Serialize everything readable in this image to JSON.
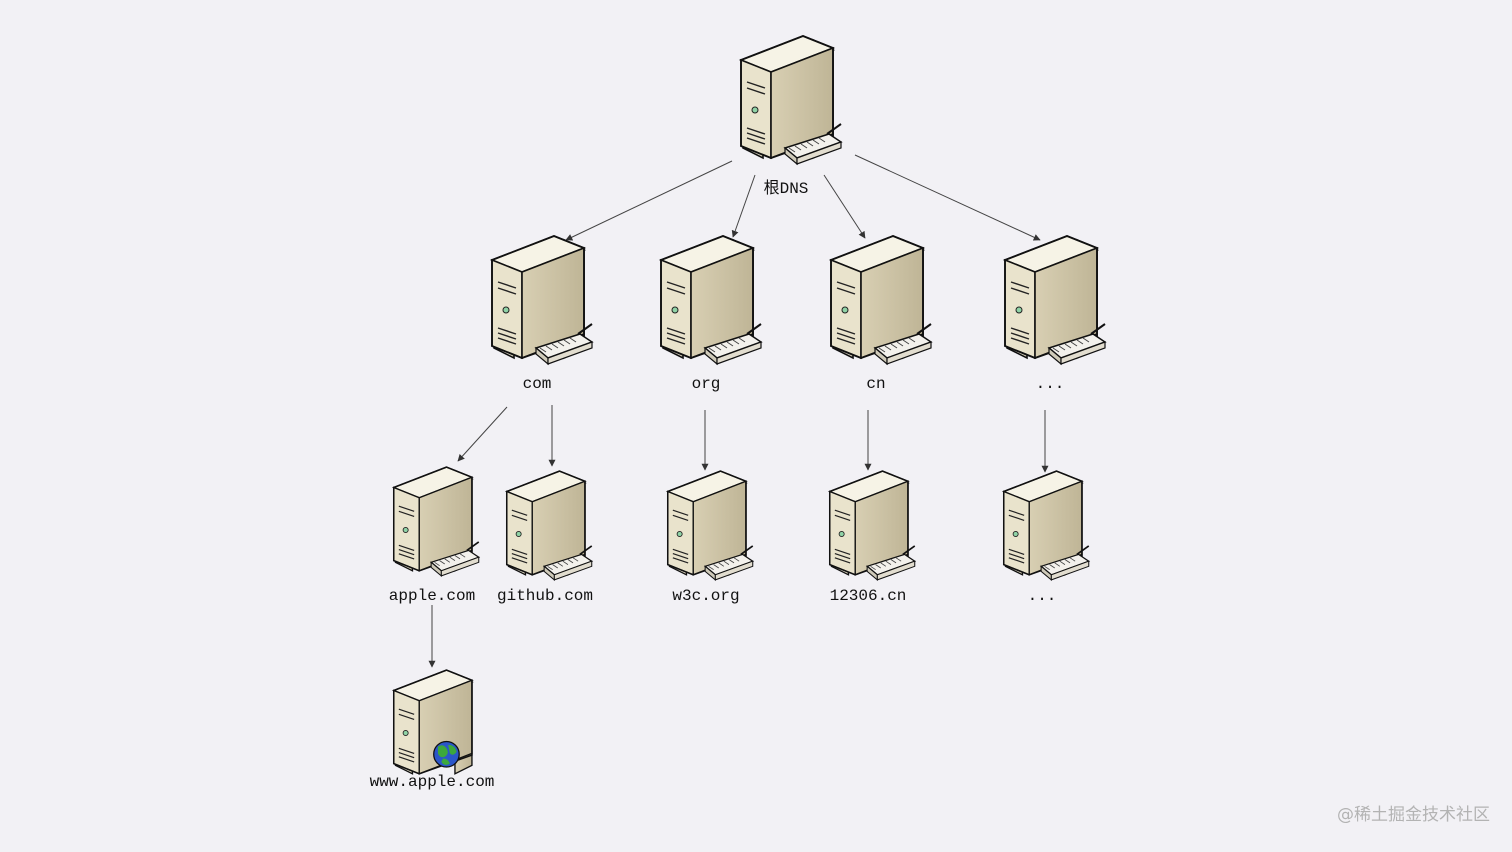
{
  "diagram": {
    "nodes": [
      {
        "id": "root",
        "label": "根DNS",
        "icon": "server-icon"
      },
      {
        "id": "com",
        "label": "com",
        "icon": "server-icon"
      },
      {
        "id": "org",
        "label": "org",
        "icon": "server-icon"
      },
      {
        "id": "cn",
        "label": "cn",
        "icon": "server-icon"
      },
      {
        "id": "tld-more",
        "label": "...",
        "icon": "server-icon"
      },
      {
        "id": "apple",
        "label": "apple.com",
        "icon": "server-icon"
      },
      {
        "id": "github",
        "label": "github.com",
        "icon": "server-icon"
      },
      {
        "id": "w3c",
        "label": "w3c.org",
        "icon": "server-icon"
      },
      {
        "id": "12306",
        "label": "12306.cn",
        "icon": "server-icon"
      },
      {
        "id": "sld-more",
        "label": "...",
        "icon": "server-icon"
      },
      {
        "id": "www-apple",
        "label": "www.apple.com",
        "icon": "web-server-globe-icon"
      }
    ],
    "edges": [
      {
        "from": "root",
        "to": "com"
      },
      {
        "from": "root",
        "to": "org"
      },
      {
        "from": "root",
        "to": "cn"
      },
      {
        "from": "root",
        "to": "tld-more"
      },
      {
        "from": "com",
        "to": "apple"
      },
      {
        "from": "com",
        "to": "github"
      },
      {
        "from": "org",
        "to": "w3c"
      },
      {
        "from": "cn",
        "to": "12306"
      },
      {
        "from": "tld-more",
        "to": "sld-more"
      },
      {
        "from": "apple",
        "to": "www-apple"
      }
    ]
  },
  "watermark": "@稀土掘金技术社区",
  "colors": {
    "background": "#f2f1f5",
    "server_front": "#e8e2cf",
    "server_side": "#c9c0a4",
    "arrow": "#444444",
    "globe_water": "#2b56c9",
    "globe_land": "#3ca83c"
  }
}
